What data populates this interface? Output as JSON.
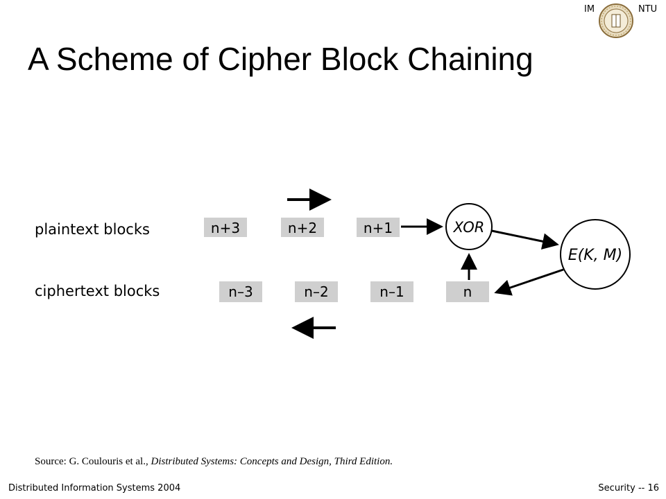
{
  "header": {
    "left_tag": "IM",
    "right_tag": "NTU"
  },
  "title": "A Scheme of Cipher Block Chaining",
  "diagram": {
    "plaintext_label": "plaintext blocks",
    "ciphertext_label": "ciphertext blocks",
    "plaintext_blocks": [
      "n+3",
      "n+2",
      "n+1"
    ],
    "ciphertext_blocks": [
      "n–3",
      "n–2",
      "n–1",
      "n"
    ],
    "xor_label": "XOR",
    "encrypt_label": "E(K, M)"
  },
  "source": {
    "prefix": "Source: G. Coulouris et al., ",
    "work": "Distributed Systems: Concepts and Design, Third Edition."
  },
  "footer": {
    "left": "Distributed Information Systems 2004",
    "right": "Security -- 16"
  }
}
